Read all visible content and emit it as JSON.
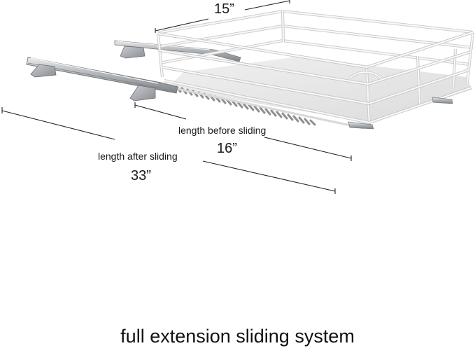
{
  "headline": "full extension sliding system",
  "dimensions": {
    "width": {
      "value": "15”"
    },
    "length_before_sliding": {
      "caption": "length before sliding",
      "value": "16”"
    },
    "length_after_sliding": {
      "caption": "length after sliding",
      "value": "33”"
    }
  },
  "colors": {
    "wire": "#f7f7f7",
    "wire_shadow": "#c9c9c9",
    "basket_floor": "#e4e4e4",
    "rail_steel": "#a7aaad",
    "rail_highlight": "#dfe2e5",
    "dimension_line": "#222222",
    "text": "#111111"
  }
}
